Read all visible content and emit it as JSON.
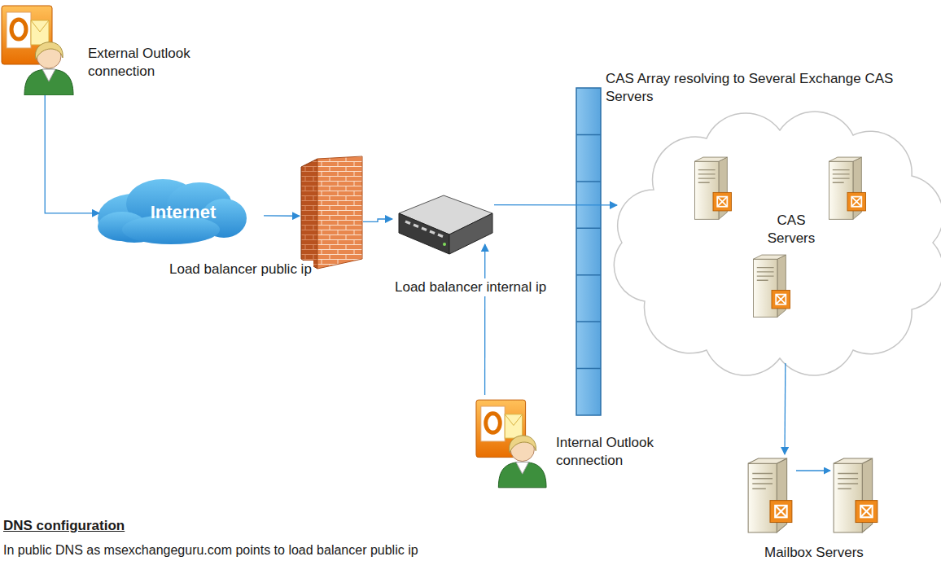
{
  "diagram": {
    "nodes": [
      {
        "text": [
          "External Outlook connection"
        ]
      },
      {
        "text": [
          "Internet"
        ]
      },
      {
        "text": [
          "Load balancer public ip"
        ]
      },
      {
        "text": [
          "Load balancer internal ip"
        ]
      },
      {
        "text": [
          "CAS Array resolving to Several Exchange CAS Servers"
        ]
      },
      {
        "text": [
          "CAS Servers"
        ]
      },
      {
        "text": [
          "Internal Outlook connection"
        ]
      },
      {
        "text": [
          "Mailbox Servers"
        ]
      }
    ],
    "edges": [
      {
        "from": 0,
        "to": 1,
        "arrow": "to"
      },
      {
        "from": 1,
        "to": 2,
        "arrow": "to"
      },
      {
        "from": 2,
        "to": 3,
        "arrow": "to"
      },
      {
        "from": 3,
        "to": 5,
        "arrow": "to"
      },
      {
        "from": 6,
        "to": 3,
        "arrow": "to"
      },
      {
        "from": 5,
        "to": 7,
        "arrow": "to"
      }
    ],
    "labels": [
      "DNS configuration",
      "In public DNS as msexchangeguru.com points to load balancer public ip"
    ]
  }
}
